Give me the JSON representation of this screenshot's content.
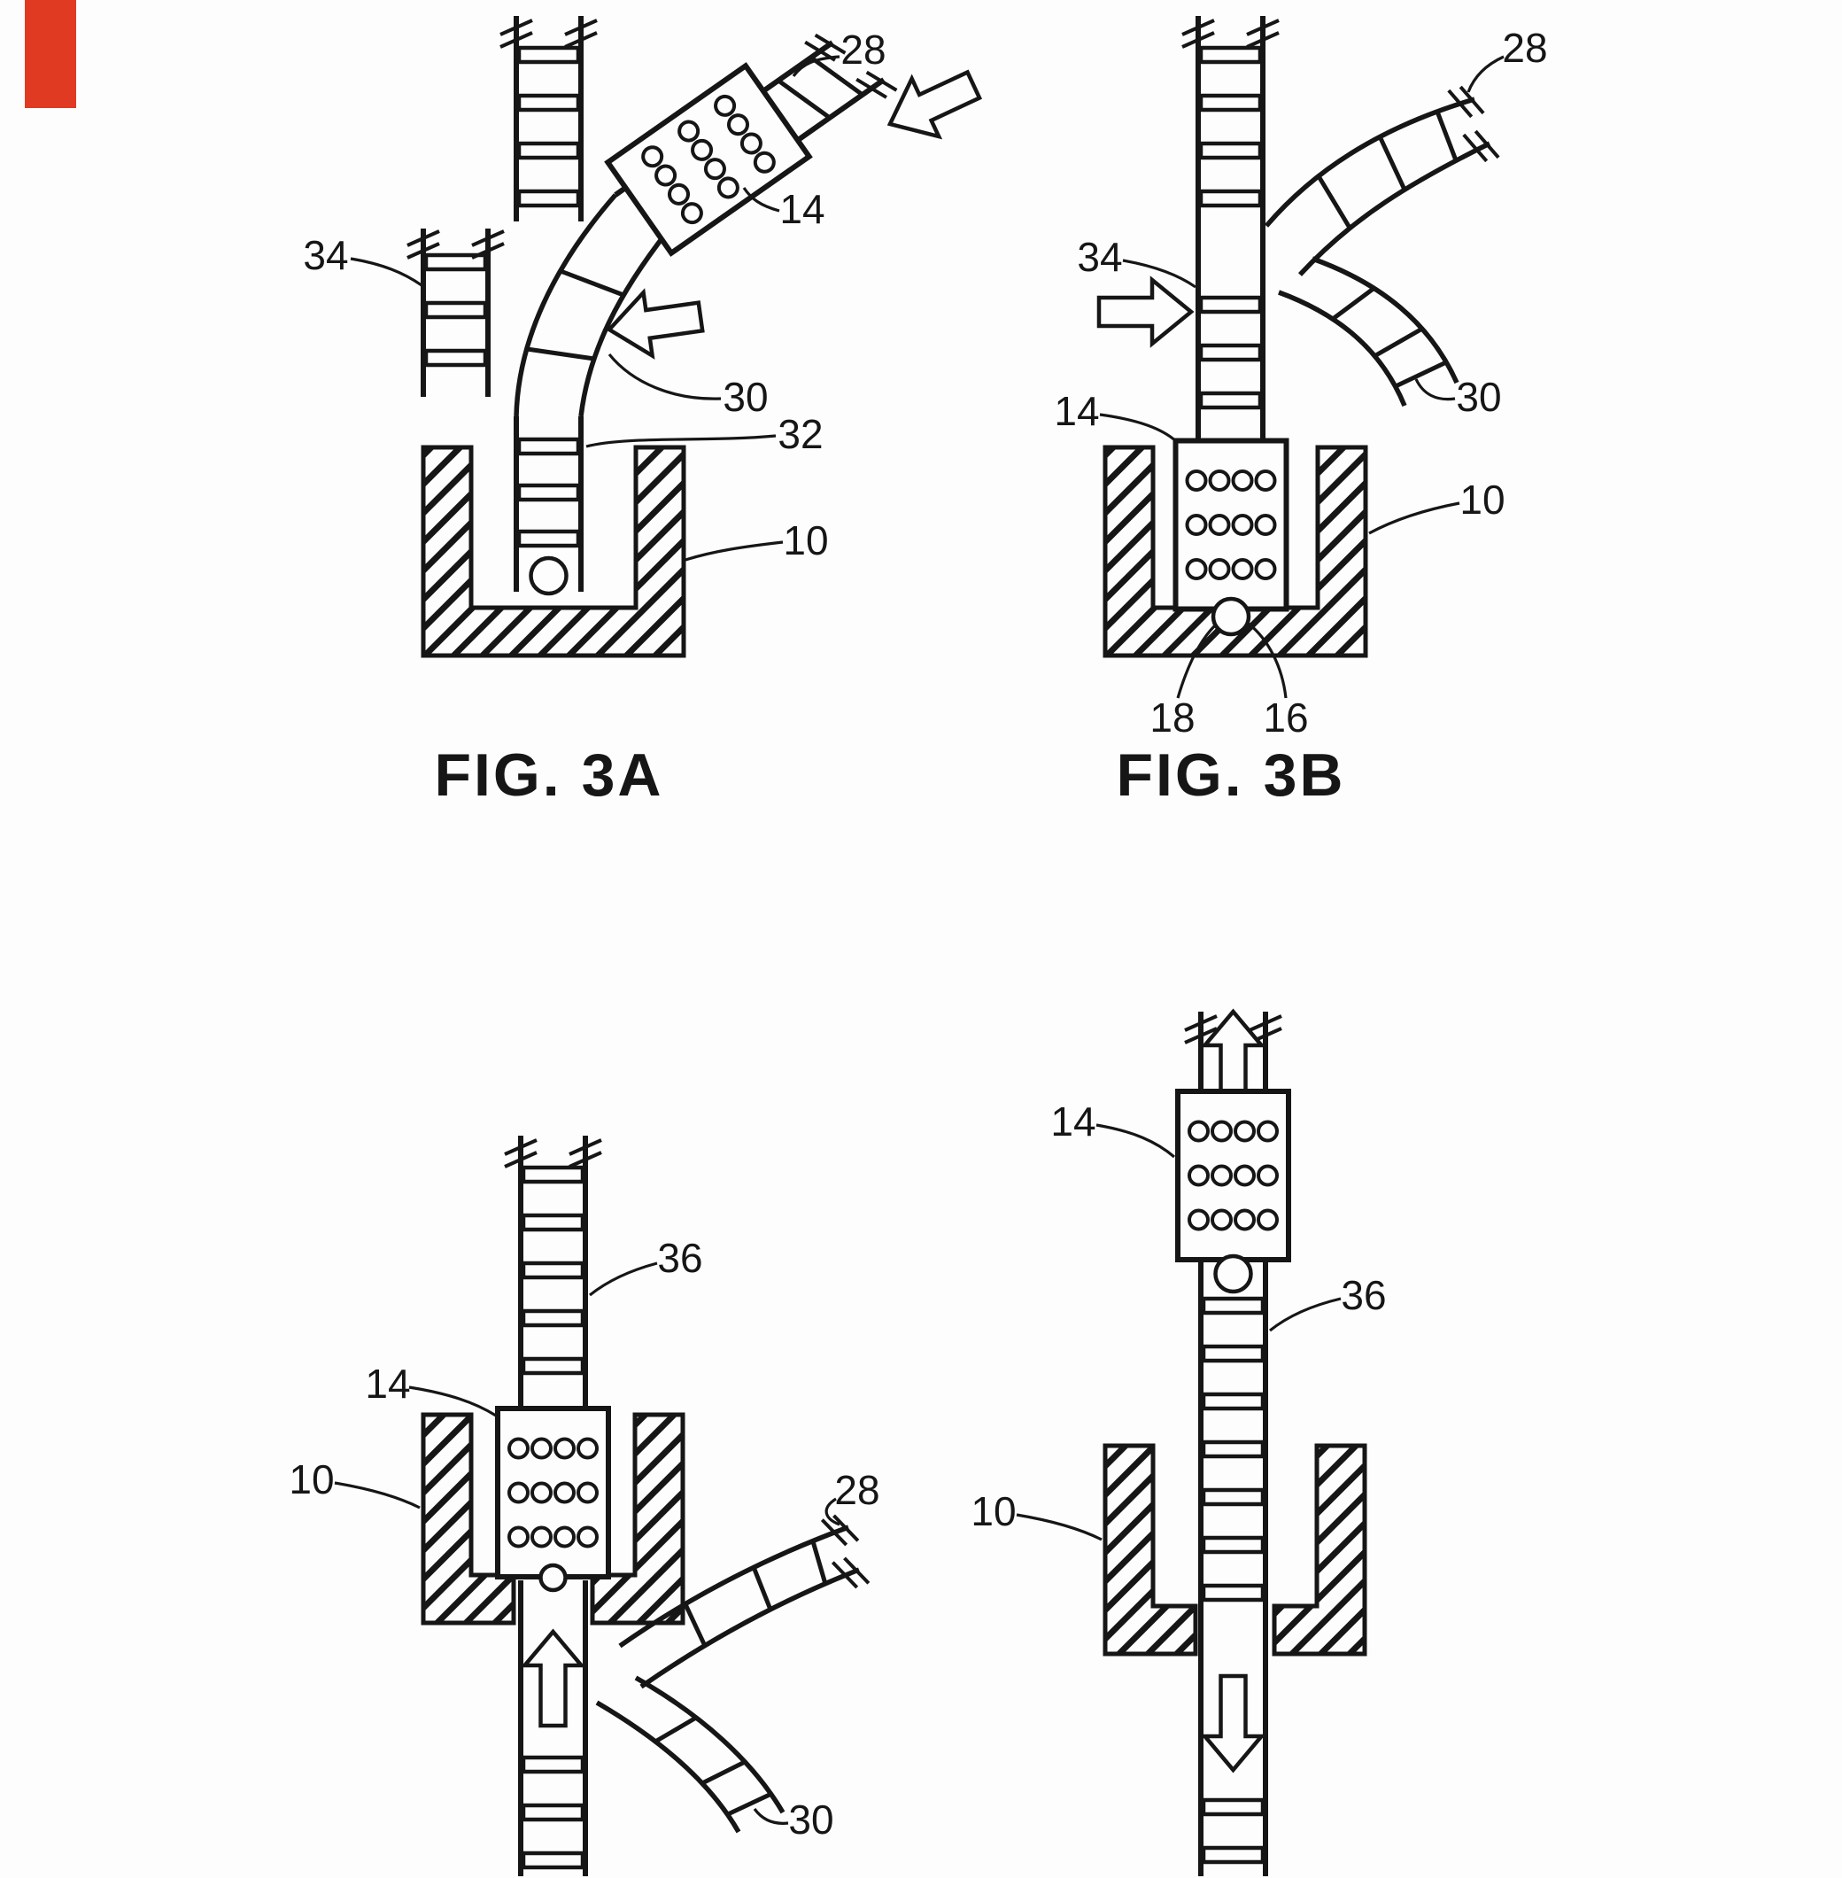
{
  "meta": {
    "ink_color": "#161616",
    "paper_color": "#fdfdfd",
    "artifact_color": "#e13a22"
  },
  "fig3a": {
    "caption": "FIG. 3A",
    "labels": {
      "n28": "28",
      "n34": "34",
      "n14": "14",
      "n30": "30",
      "n32": "32",
      "n10": "10"
    }
  },
  "fig3b": {
    "caption": "FIG. 3B",
    "labels": {
      "n28": "28",
      "n34": "34",
      "n30": "30",
      "n14": "14",
      "n10": "10",
      "n18": "18",
      "n16": "16"
    }
  },
  "fig3c": {
    "labels": {
      "n36": "36",
      "n14": "14",
      "n10": "10",
      "n28": "28",
      "n30": "30"
    }
  },
  "fig3d": {
    "labels": {
      "n14": "14",
      "n36": "36",
      "n10": "10"
    }
  }
}
